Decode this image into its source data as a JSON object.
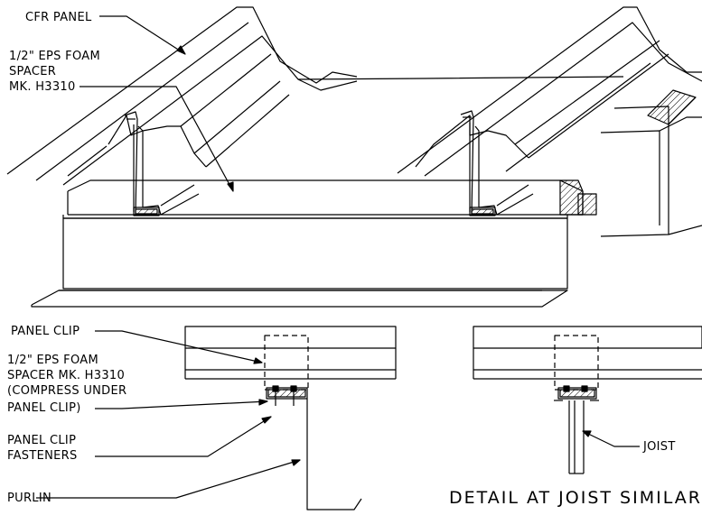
{
  "labels": {
    "cfr_panel": "CFR PANEL",
    "foam_spacer_top": [
      "1/2\" EPS FOAM",
      "SPACER",
      "MK. H3310"
    ],
    "panel_clip": "PANEL CLIP",
    "foam_spacer_bottom": [
      "1/2\" EPS FOAM",
      "SPACER MK. H3310",
      "(COMPRESS UNDER",
      "PANEL CLIP)"
    ],
    "fasteners": [
      "PANEL CLIP",
      "FASTENERS"
    ],
    "purlin": "PURLIN",
    "joist": "JOIST",
    "detail_title": "DETAIL AT JOIST SIMILAR"
  }
}
